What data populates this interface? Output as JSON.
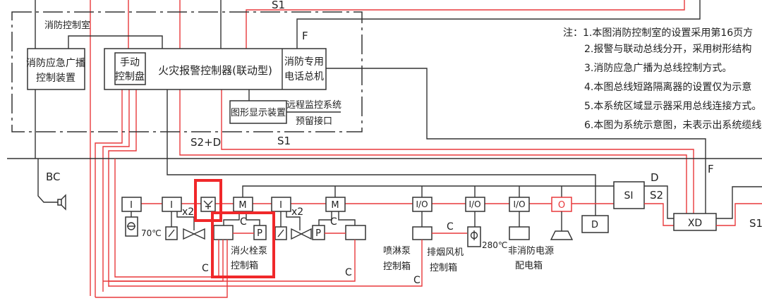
{
  "control_room": {
    "label": "消防控制室",
    "broadcast": [
      "消防应急广播",
      "控制装置"
    ],
    "manual_panel": [
      "手动",
      "控制盘"
    ],
    "controller": "火灾报警控制器(联动型)",
    "phone": [
      "消防专用",
      "电话总机"
    ],
    "graphic_display": "图形显示装置",
    "remote_monitor": "远程监控系统",
    "reserved_port": "预留接口",
    "phone_line_label": "F"
  },
  "bus_labels": {
    "top_s1": "S1",
    "s2d": "S2+D",
    "s1": "S1",
    "bc": "BC",
    "f": "F",
    "d": "D",
    "s2": "S2",
    "right_s1": "S1"
  },
  "devices": {
    "input": "I",
    "monitor": "M",
    "io": "I/O",
    "output": "O",
    "isolator": "SI",
    "display": "XD",
    "d_box": "D",
    "pressure": "P",
    "x2": "x2",
    "temp70": "70℃",
    "temp280": "280℃",
    "c": "C"
  },
  "equipment": {
    "hydrant_pump": [
      "消火栓泵",
      "控制箱"
    ],
    "sprinkler_pump": [
      "喷淋泵",
      "控制箱"
    ],
    "smoke_fan": [
      "排烟风机",
      "控制箱"
    ],
    "non_fire_power": [
      "非消防电源",
      "配电箱"
    ]
  },
  "notes": [
    "注：1.本图消防控制室的设置采用第16页方",
    "2.报警与联动总线分开，采用树形结构",
    "3.消防应急广播为总线控制方式。",
    "4.本图总线短路隔离器的设置仅为示意",
    "5.本系统区域显示器采用总线连接方式。",
    "6.本图为系统示意图，未表示出系统缆线"
  ],
  "colors": {
    "bus_red": "#e8393b",
    "highlight": "#f0282a",
    "line": "#333333"
  }
}
